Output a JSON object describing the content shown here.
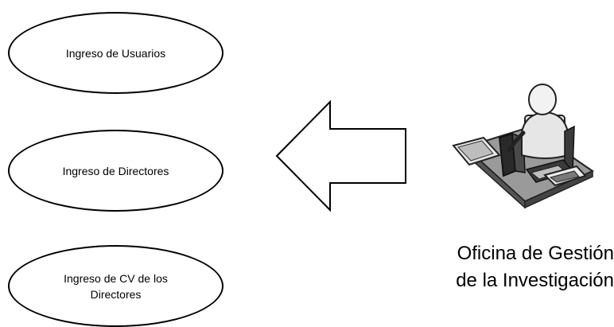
{
  "use_cases": [
    {
      "label": "Ingreso de Usuarios"
    },
    {
      "label": "Ingreso de Directores"
    },
    {
      "label": "Ingreso de CV de los Directores"
    }
  ],
  "actor": {
    "icon": "office-worker-at-desk-icon",
    "label_line1": "Oficina de Gestión",
    "label_line2": "de la Investigación"
  },
  "arrow": {
    "direction": "left"
  }
}
